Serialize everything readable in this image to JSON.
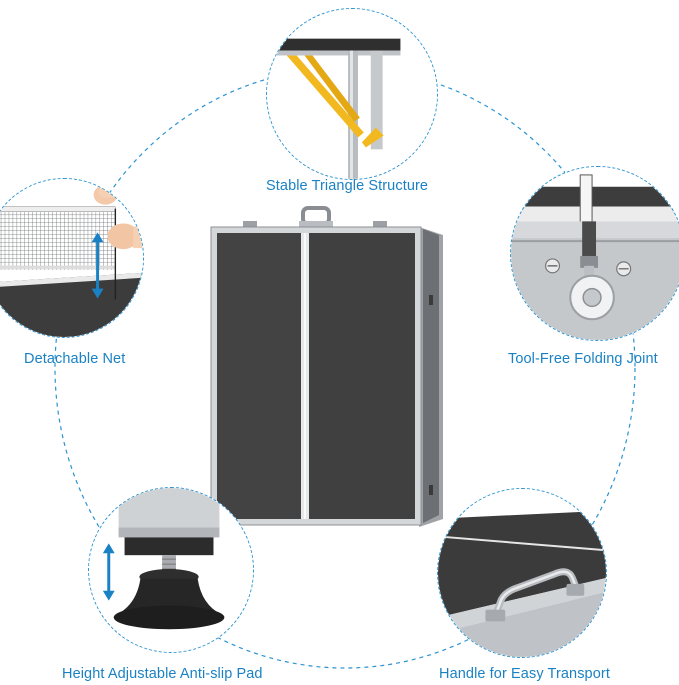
{
  "colors": {
    "accent_blue": "#1a82c4",
    "dashed_ring": "#2b93d1",
    "table_surface": "#3f3f3f",
    "frame_silver": "#c9ccd0",
    "brace_yellow": "#f2b81f"
  },
  "features": [
    {
      "icon": "triangle-structure-icon",
      "label": "Stable Triangle Structure"
    },
    {
      "icon": "net-icon",
      "label": "Detachable Net"
    },
    {
      "icon": "folding-joint-icon",
      "label": "Tool-Free Folding Joint"
    },
    {
      "icon": "anti-slip-pad-icon",
      "label": "Height Adjustable Anti-slip Pad"
    },
    {
      "icon": "handle-icon",
      "label": "Handle for Easy Transport"
    }
  ]
}
